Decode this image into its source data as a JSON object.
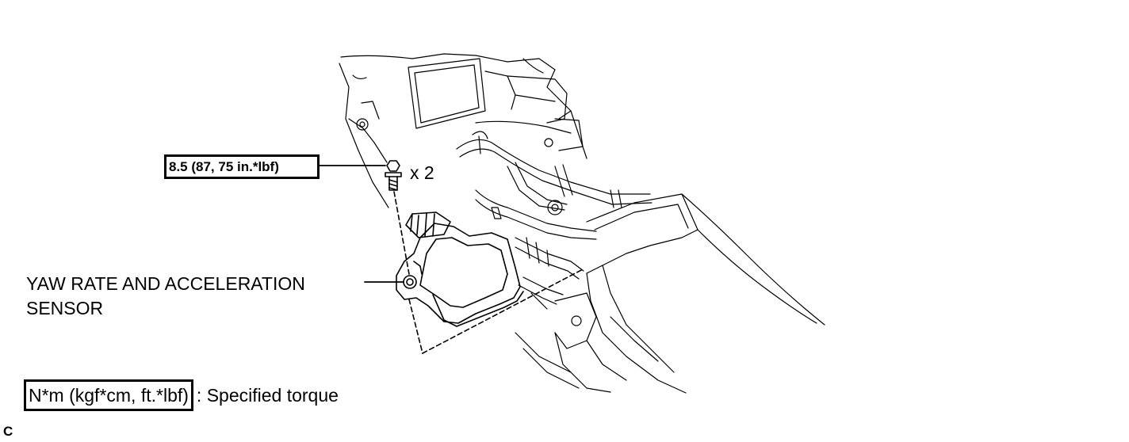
{
  "torque_spec": {
    "value": "8.5 (87, 75 in.*lbf)",
    "quantity": "x 2"
  },
  "part_label": {
    "line1": "YAW RATE AND ACCELERATION",
    "line2": "SENSOR"
  },
  "legend": {
    "box_text": "N*m (kgf*cm, ft.*lbf)",
    "description": ": Specified torque"
  },
  "corner_code": "C"
}
